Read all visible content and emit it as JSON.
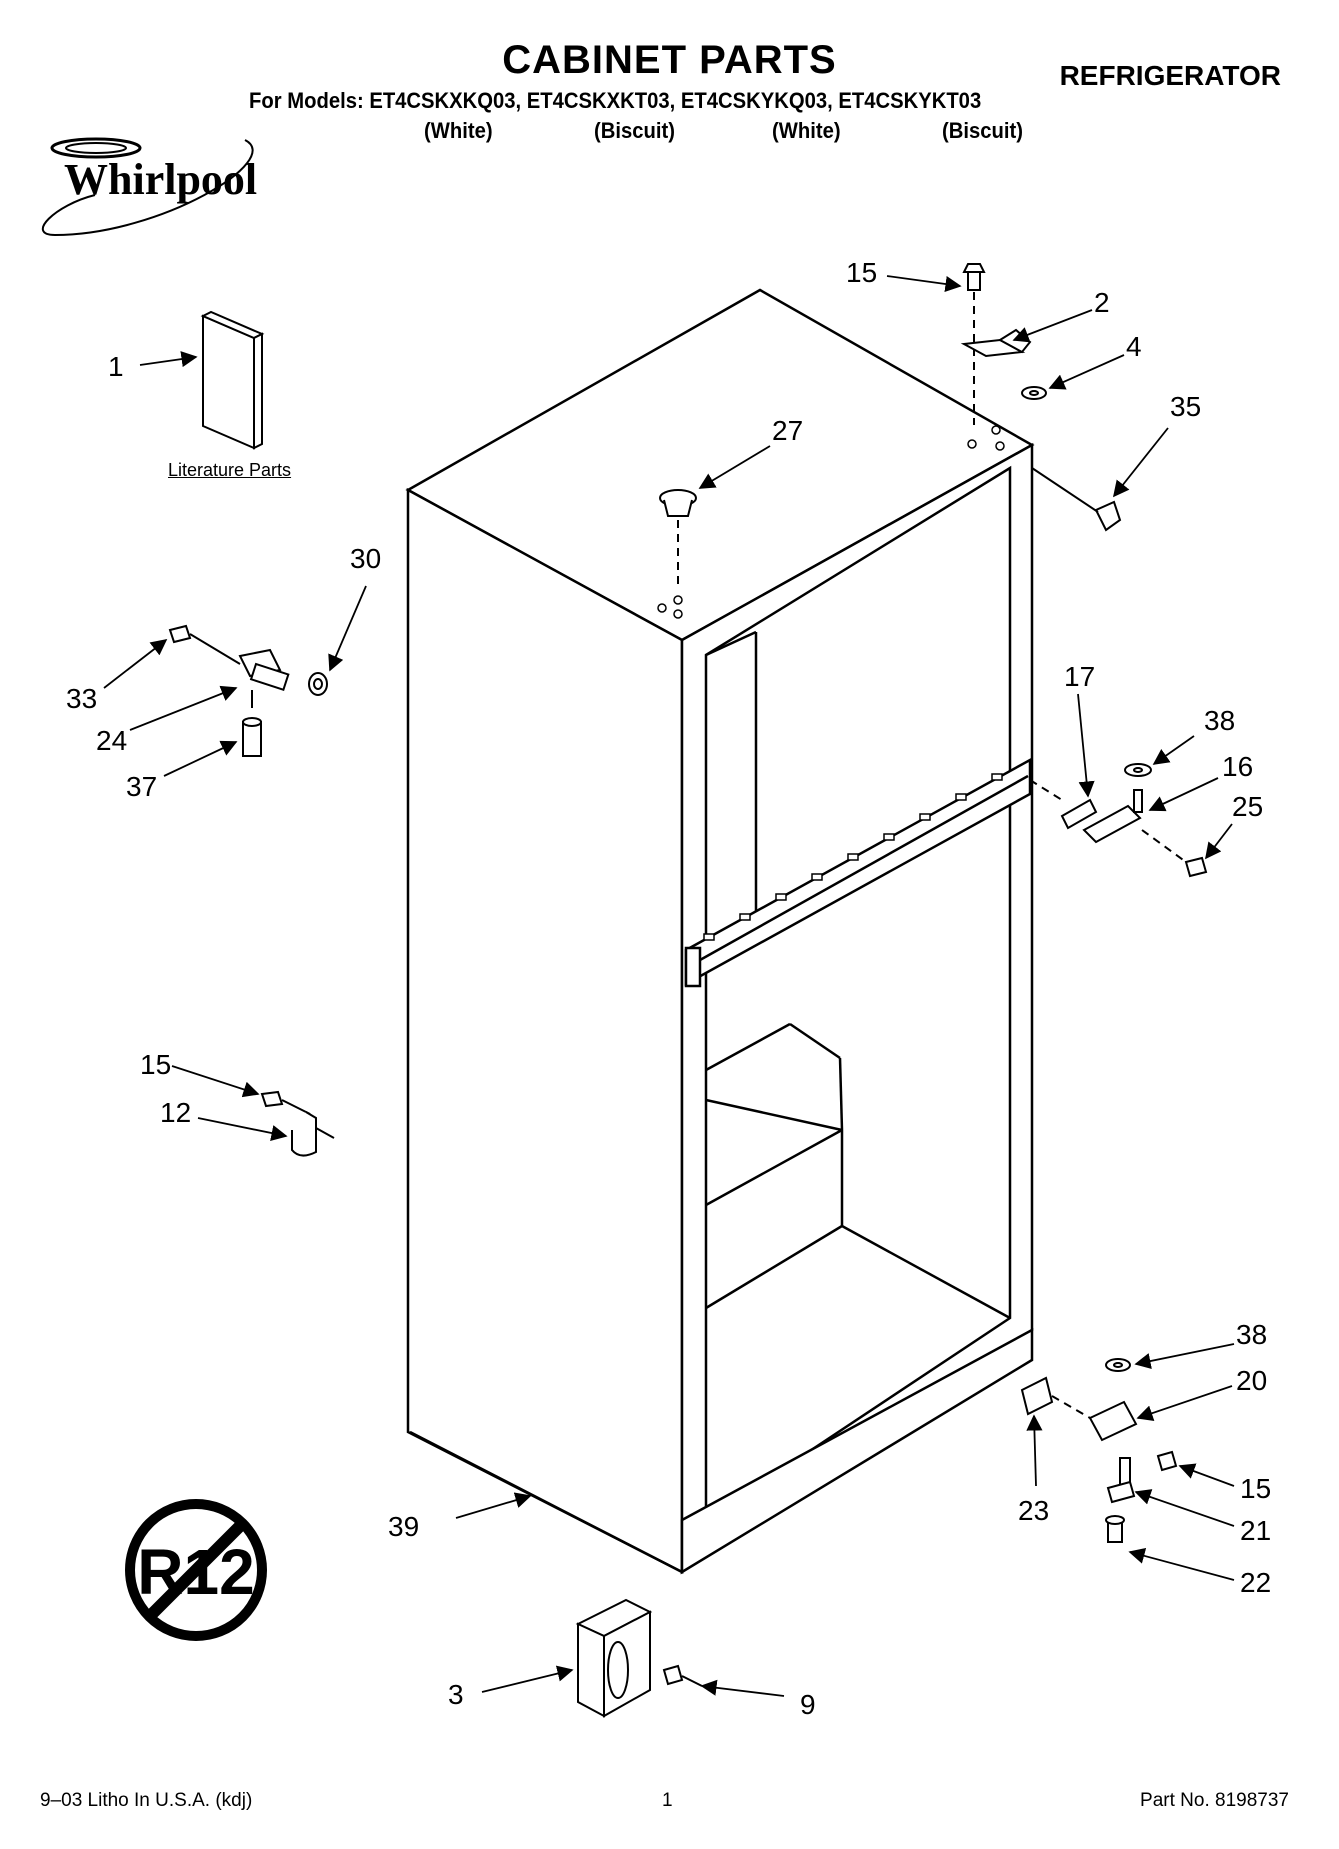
{
  "header": {
    "title": "CABINET PARTS",
    "product": "REFRIGERATOR",
    "models_line": "For Models: ET4CSKXKQ03, ET4CSKXKT03, ET4CSKYKQ03, ET4CSKYKT03",
    "colors": [
      "(White)",
      "(Biscuit)",
      "(White)",
      "(Biscuit)"
    ]
  },
  "brand": {
    "logo_text": "Whirlpool"
  },
  "literature_label": "Literature Parts",
  "r12_badge": "R12",
  "callouts": [
    {
      "id": "c1",
      "label": "1"
    },
    {
      "id": "c2",
      "label": "2"
    },
    {
      "id": "c3",
      "label": "3"
    },
    {
      "id": "c4",
      "label": "4"
    },
    {
      "id": "c9",
      "label": "9"
    },
    {
      "id": "c12",
      "label": "12"
    },
    {
      "id": "c15a",
      "label": "15"
    },
    {
      "id": "c15b",
      "label": "15"
    },
    {
      "id": "c15c",
      "label": "15"
    },
    {
      "id": "c16",
      "label": "16"
    },
    {
      "id": "c17",
      "label": "17"
    },
    {
      "id": "c20",
      "label": "20"
    },
    {
      "id": "c21",
      "label": "21"
    },
    {
      "id": "c22",
      "label": "22"
    },
    {
      "id": "c23",
      "label": "23"
    },
    {
      "id": "c24",
      "label": "24"
    },
    {
      "id": "c25",
      "label": "25"
    },
    {
      "id": "c27",
      "label": "27"
    },
    {
      "id": "c30",
      "label": "30"
    },
    {
      "id": "c33",
      "label": "33"
    },
    {
      "id": "c35",
      "label": "35"
    },
    {
      "id": "c37",
      "label": "37"
    },
    {
      "id": "c38a",
      "label": "38"
    },
    {
      "id": "c38b",
      "label": "38"
    },
    {
      "id": "c39",
      "label": "39"
    }
  ],
  "footer": {
    "litho": "9–03 Litho In U.S.A. (kdj)",
    "page": "1",
    "part_no": "Part No. 8198737"
  }
}
